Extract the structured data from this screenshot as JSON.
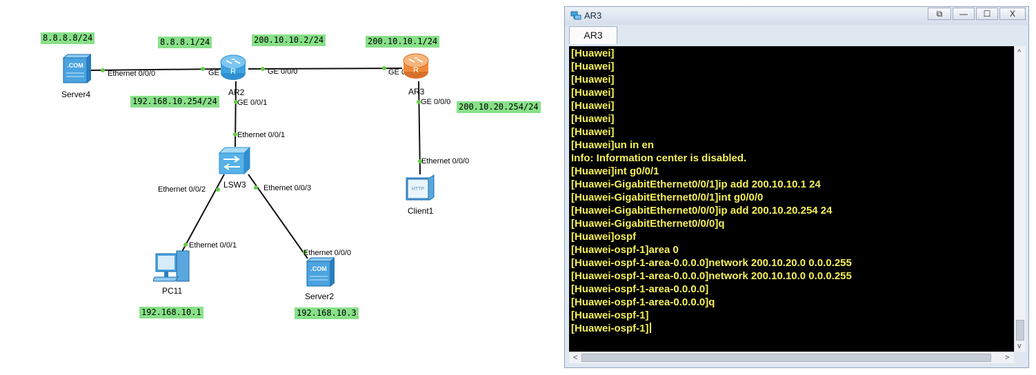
{
  "topology": {
    "ip_tags": {
      "server4_ip": "8.8.8.8/24",
      "ar2_ge002_ip": "8.8.8.1/24",
      "ar2_ge000_ip": "200.10.10.2/24",
      "ar3_ge001_ip": "200.10.10.1/24",
      "ar2_ge001_ip": "192.168.10.254/24",
      "ar3_ge000_ip": "200.10.20.254/24",
      "pc11_ip": "192.168.10.1",
      "server2_ip": "192.168.10.3"
    },
    "devices": {
      "server4": "Server4",
      "ar2": "AR2",
      "ar3": "AR3",
      "lsw3": "LSW3",
      "client1": "Client1",
      "pc11": "PC11",
      "server2": "Server2"
    },
    "device_icon_text": {
      "server": ".COM",
      "client": "HTTP"
    },
    "ports": {
      "server4_eth000": "Ethernet 0/0/0",
      "ar2_ge002": "GE 0/0/2",
      "ar2_ge000": "GE 0/0/0",
      "ar3_ge001": "GE 0/0/1",
      "ar2_ge001": "GE 0/0/1",
      "ar3_ge000": "GE 0/0/0",
      "lsw3_eth001": "Ethernet 0/0/1",
      "client1_eth000": "Ethernet 0/0/0",
      "lsw3_eth002": "Ethernet 0/0/2",
      "lsw3_eth003": "Ethernet 0/0/3",
      "pc11_eth001": "Ethernet 0/0/1",
      "server2_eth000": "Ethernet 0/0/0"
    },
    "colors": {
      "ip_tag_bg": "#88e088",
      "port_dot": "#66cc44",
      "router_blue": "#3fa3e0",
      "router_orange": "#f08a3a"
    }
  },
  "window": {
    "title": "AR3",
    "buttons": {
      "restore": "⧉",
      "minimize": "—",
      "maximize": "☐",
      "close": "X"
    },
    "tab_label": "AR3",
    "terminal_colors": {
      "background": "#000000",
      "text": "#f5f05a"
    },
    "lines": [
      "[Huawei]",
      "[Huawei]",
      "[Huawei]",
      "[Huawei]",
      "[Huawei]",
      "[Huawei]",
      "[Huawei]",
      "[Huawei]un in en",
      "Info: Information center is disabled.",
      "[Huawei]int g0/0/1",
      "[Huawei-GigabitEthernet0/0/1]ip add 200.10.10.1 24",
      "[Huawei-GigabitEthernet0/0/1]int g0/0/0",
      "[Huawei-GigabitEthernet0/0/0]ip add 200.10.20.254 24",
      "[Huawei-GigabitEthernet0/0/0]q",
      "[Huawei]ospf",
      "[Huawei-ospf-1]area 0",
      "[Huawei-ospf-1-area-0.0.0.0]network 200.10.20.0 0.0.0.255",
      "[Huawei-ospf-1-area-0.0.0.0]network 200.10.10.0 0.0.0.255",
      "[Huawei-ospf-1-area-0.0.0.0]",
      "[Huawei-ospf-1-area-0.0.0.0]q",
      "[Huawei-ospf-1]",
      "[Huawei-ospf-1]"
    ],
    "scroll_arrows": {
      "up": "^",
      "down": "v",
      "left": "<",
      "right": ">"
    }
  }
}
